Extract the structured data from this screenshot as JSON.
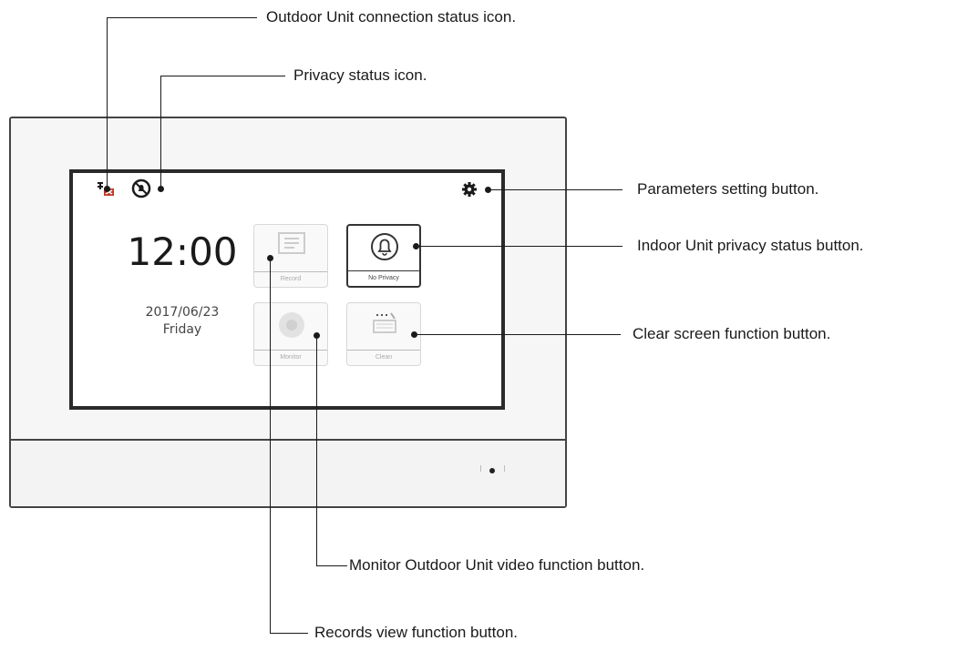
{
  "screen": {
    "clock": "12:00",
    "date": "2017/06/23",
    "weekday": "Friday",
    "tiles": [
      {
        "label": "Record",
        "icon": "records-icon"
      },
      {
        "label": "No Privacy",
        "icon": "bell-icon"
      },
      {
        "label": "Monitor",
        "icon": "monitor-icon"
      },
      {
        "label": "Clean",
        "icon": "clean-icon"
      }
    ],
    "status_icons": [
      "outdoor-unit-connection-icon",
      "privacy-status-icon"
    ],
    "settings_icon": "gear-icon",
    "status_icon_color": "#c0392b"
  },
  "callouts": {
    "outdoor_status": "Outdoor Unit connection status icon.",
    "privacy_status": "Privacy status icon.",
    "parameters": "Parameters setting button.",
    "privacy_button": "Indoor Unit privacy status button.",
    "clear_screen": "Clear screen function button.",
    "monitor": "Monitor Outdoor Unit video function button.",
    "records": "Records view function button."
  }
}
